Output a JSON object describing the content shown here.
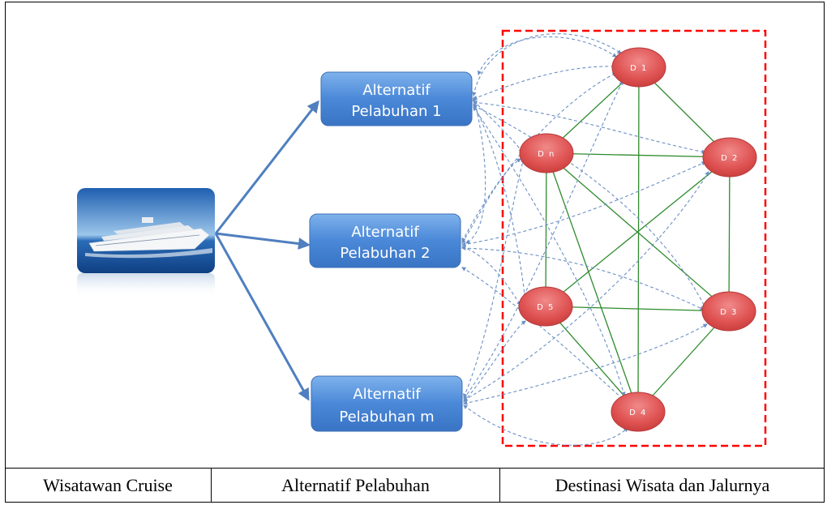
{
  "ports": [
    {
      "line1": "Alternatif",
      "line2": "Pelabuhan 1"
    },
    {
      "line1": "Alternatif",
      "line2": "Pelabuhan 2"
    },
    {
      "line1": "Alternatif",
      "line2": "Pelabuhan m"
    }
  ],
  "destinations": {
    "D1": "D 1",
    "D2": "D 2",
    "D3": "D 3",
    "D4": "D 4",
    "D5": "D 5",
    "Dn": "D n"
  },
  "footer": {
    "col1": "Wisatawan Cruise",
    "col2": "Alternatif Pelabuhan",
    "col3": "Destinasi Wisata dan Jalurnya"
  },
  "colors": {
    "port_fill": "#4a88d8",
    "node_fill": "#e05454",
    "route_line": "#2e8b2e",
    "boundary": "#ff0000",
    "dashed_link": "#6b8fc4"
  }
}
